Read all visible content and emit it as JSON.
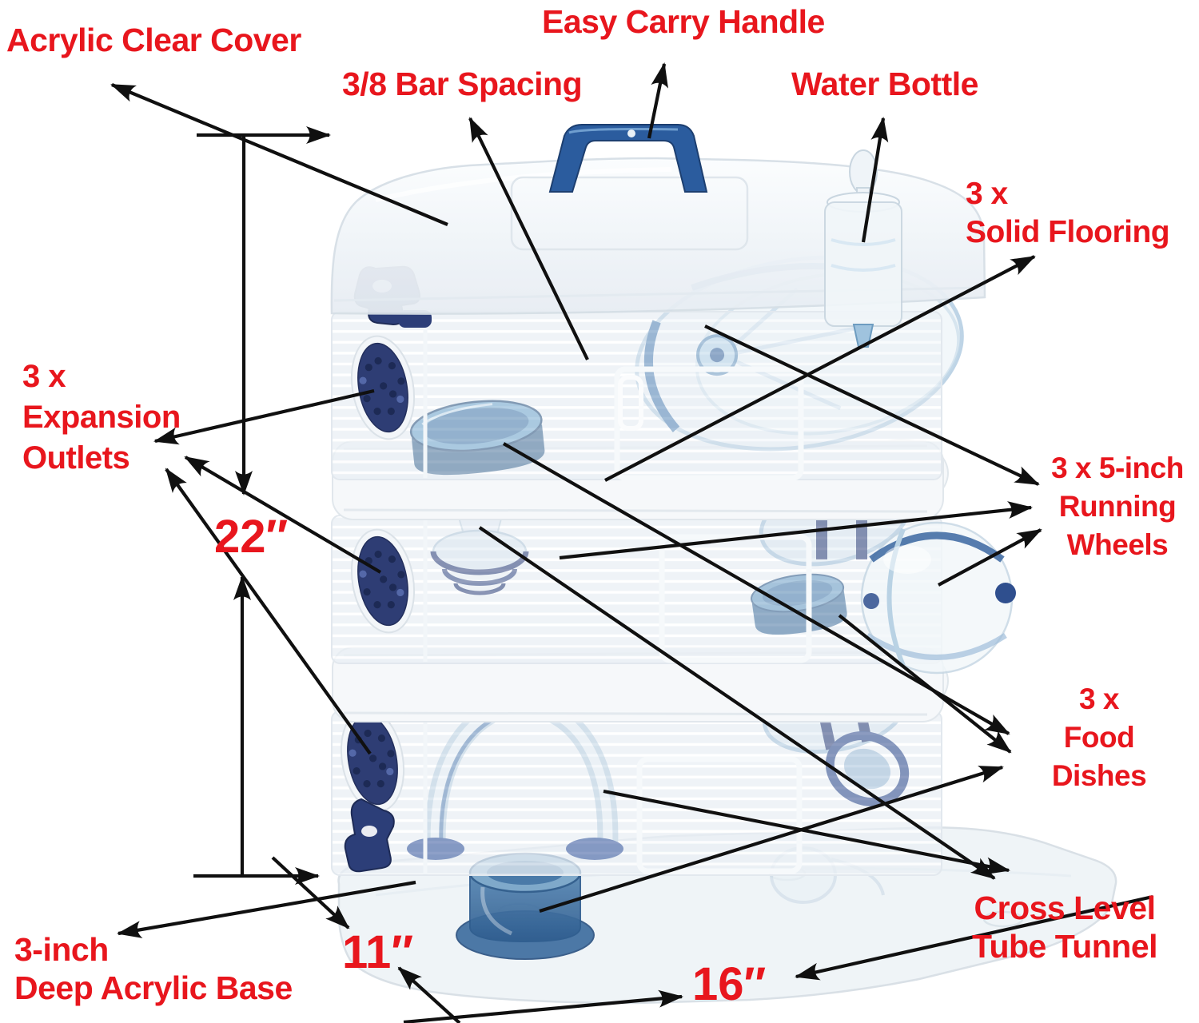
{
  "image_type": "annotated product diagram",
  "product": "three-level clear hamster cage",
  "colors": {
    "label_red": "#e8161d",
    "arrow_black": "#101010",
    "navy_accessory": "#2c3e78",
    "handle_blue": "#2b5c9e",
    "steel_blue": "#4a7aad",
    "light_blue": "#a9c8e2",
    "clear_plastic": "#eef3f7",
    "wire_white": "#ffffff"
  },
  "labels": {
    "acrylic_cover": "Acrylic Clear Cover",
    "carry_handle": "Easy Carry Handle",
    "bar_spacing": "3/8 Bar Spacing",
    "water_bottle": "Water Bottle",
    "solid_flooring": {
      "count": "3 x",
      "name": "Solid Flooring"
    },
    "expansion_outlets": {
      "count": "3 x",
      "line1": "Expansion",
      "line2": "Outlets"
    },
    "running_wheels": {
      "line1": "3 x 5-inch",
      "line2": "Running",
      "line3": "Wheels"
    },
    "food_dishes": {
      "count": "3 x",
      "line1": "Food",
      "line2": "Dishes"
    },
    "cross_level": {
      "line1": "Cross Level",
      "line2": "Tube Tunnel"
    },
    "acrylic_base": {
      "line1": "3-inch",
      "line2": "Deep Acrylic Base"
    }
  },
  "dimensions": {
    "height": "22″",
    "depth": "11″",
    "width": "16″"
  }
}
